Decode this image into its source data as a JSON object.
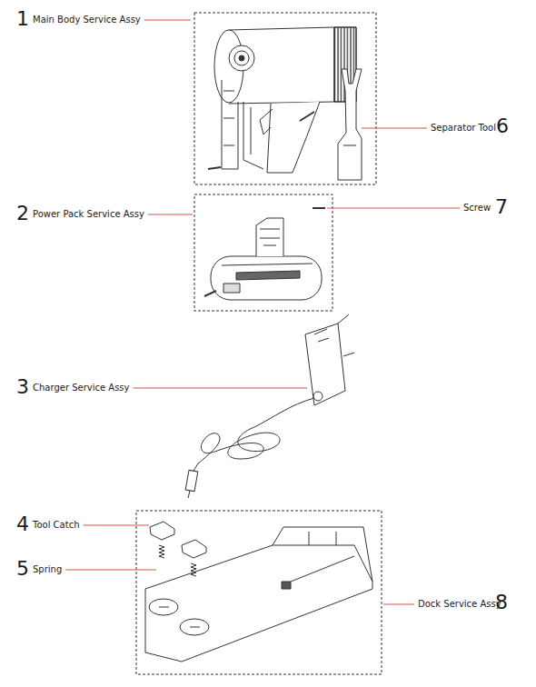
{
  "diagram": {
    "labels": [
      "1",
      "Main Body Service Assy",
      "6",
      "Separator Tool",
      "2",
      "Power Pack Service Assy",
      "7",
      "Screw",
      "3",
      "Charger Service Assy",
      "4",
      "Tool Catch",
      "5",
      "Spring",
      "8",
      "Dock Service Assy"
    ]
  }
}
